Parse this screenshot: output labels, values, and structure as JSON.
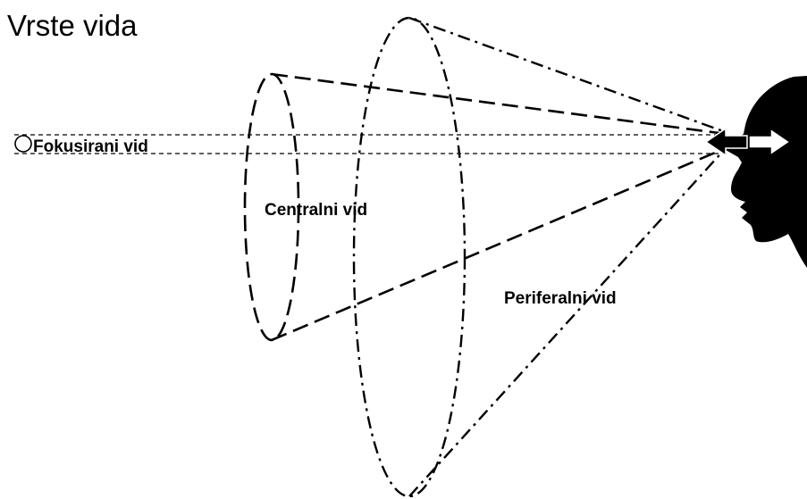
{
  "title": "Vrste vida",
  "labels": {
    "focused": "Fokusirani vid",
    "central": "Centralni vid",
    "peripheral": "Periferalni vid"
  },
  "colors": {
    "background": "#ffffff",
    "ink": "#000000"
  },
  "icons": {
    "viewer": "head-silhouette-icon",
    "eye_direction": "double-arrow-icon",
    "focus_point": "circle-icon"
  }
}
